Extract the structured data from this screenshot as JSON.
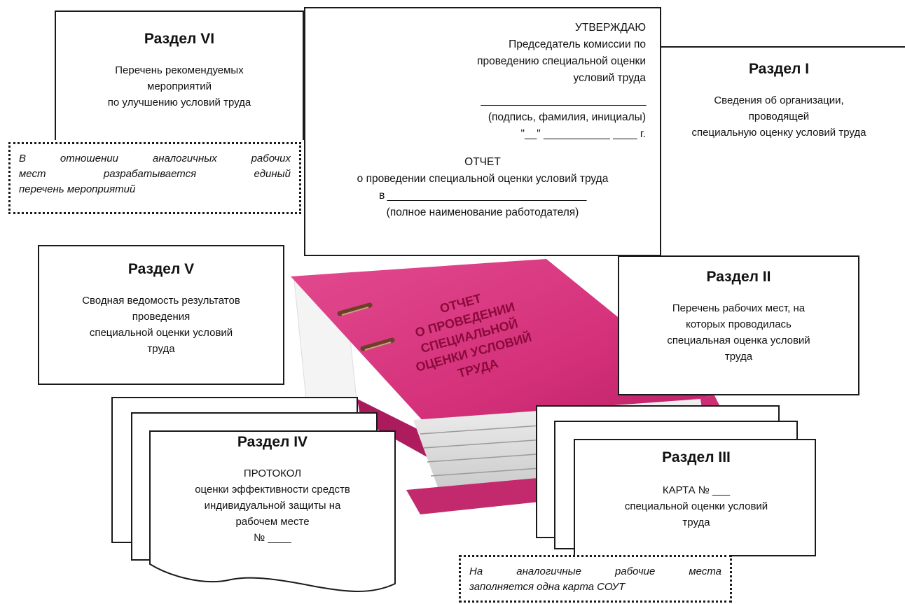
{
  "approval": {
    "approve": "УТВЕРЖДАЮ",
    "chairman": "Председатель комиссии по\nпроведению специальной оценки\nусловий труда",
    "signature_line": "_____________________________",
    "signature_caption": "(подпись, фамилия, инициалы)",
    "date_line": "\"__\" ___________ ____ г.",
    "report_title": "ОТЧЕТ",
    "report_subtitle": "о проведении специальной оценки условий труда",
    "employer_line": "в ___________________________________",
    "employer_caption": "(полное наименование работодателя)"
  },
  "sections": {
    "s1": {
      "title": "Раздел I",
      "text": "Сведения об организации,\nпроводящей\nспециальную оценку условий труда"
    },
    "s2": {
      "title": "Раздел II",
      "text": "Перечень рабочих мест, на\nкоторых проводилась\nспециальная оценка условий\nтруда"
    },
    "s3": {
      "title": "Раздел III",
      "text": "КАРТА № ___\nспециальной оценки условий\nтруда"
    },
    "s4": {
      "title": "Раздел IV",
      "text": "ПРОТОКОЛ\nоценки эффективности средств\nиндивидуальной защиты на\nрабочем месте\n№ ____"
    },
    "s5": {
      "title": "Раздел V",
      "text": "Сводная ведомость результатов\nпроведения\nспециальной оценки условий\nтруда"
    },
    "s6": {
      "title": "Раздел VI",
      "text": "Перечень рекомендуемых\nмероприятий\nпо улучшению условий труда"
    }
  },
  "notes": {
    "n6": [
      "В отношении аналогичных рабочих",
      "мест разрабатывается единый",
      "перечень мероприятий"
    ],
    "n3": [
      "На аналогичные рабочие места",
      "заполняется одна карта СОУТ"
    ]
  },
  "binder": {
    "label": [
      "ОТЧЕТ",
      "О ПРОВЕДЕНИИ",
      "СПЕЦИАЛЬНОЙ",
      "ОЦЕНКИ УСЛОВИЙ",
      "ТРУДА"
    ],
    "color": "#d8327a"
  }
}
